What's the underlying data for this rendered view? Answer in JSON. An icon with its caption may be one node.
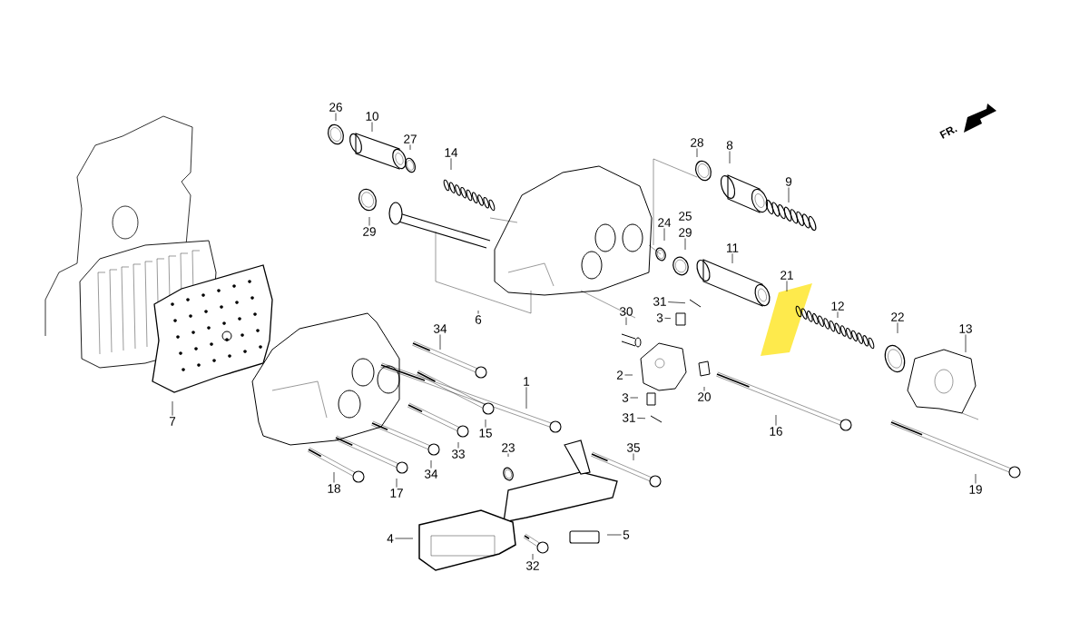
{
  "diagram": {
    "nodes": [
      {
        "text": [
          "26"
        ]
      },
      {
        "text": [
          "10"
        ]
      },
      {
        "text": [
          "27"
        ]
      },
      {
        "text": [
          "28"
        ]
      },
      {
        "text": [
          "8"
        ]
      },
      {
        "text": [
          "14"
        ]
      },
      {
        "text": [
          "9"
        ]
      },
      {
        "text": [
          "25"
        ]
      },
      {
        "text": [
          "24"
        ]
      },
      {
        "text": [
          "29"
        ]
      },
      {
        "text": [
          "29"
        ]
      },
      {
        "text": [
          "11"
        ]
      },
      {
        "text": [
          "21"
        ]
      },
      {
        "text": [
          "31"
        ]
      },
      {
        "text": [
          "12"
        ]
      },
      {
        "text": [
          "30"
        ]
      },
      {
        "text": [
          "22"
        ]
      },
      {
        "text": [
          "3"
        ]
      },
      {
        "text": [
          "6"
        ]
      },
      {
        "text": [
          "34"
        ]
      },
      {
        "text": [
          "13"
        ]
      },
      {
        "text": [
          "2"
        ]
      },
      {
        "text": [
          "1"
        ]
      },
      {
        "text": [
          "20"
        ]
      },
      {
        "text": [
          "3"
        ]
      },
      {
        "text": [
          "31"
        ]
      },
      {
        "text": [
          "7"
        ]
      },
      {
        "text": [
          "16"
        ]
      },
      {
        "text": [
          "15"
        ]
      },
      {
        "text": [
          "23"
        ]
      },
      {
        "text": [
          "35"
        ]
      },
      {
        "text": [
          "33"
        ]
      },
      {
        "text": [
          "34"
        ]
      },
      {
        "text": [
          "18"
        ]
      },
      {
        "text": [
          "17"
        ]
      },
      {
        "text": [
          "19"
        ]
      },
      {
        "text": [
          "5"
        ]
      },
      {
        "text": [
          "4"
        ]
      },
      {
        "text": [
          "32"
        ]
      }
    ],
    "edges": [
      {
        "from": 0,
        "to": null,
        "arrow": "none"
      },
      {
        "from": 1,
        "to": null,
        "arrow": "none"
      },
      {
        "from": 2,
        "to": null,
        "arrow": "none"
      },
      {
        "from": 3,
        "to": null,
        "arrow": "none"
      },
      {
        "from": 4,
        "to": null,
        "arrow": "none"
      },
      {
        "from": 5,
        "to": null,
        "arrow": "none"
      },
      {
        "from": 6,
        "to": null,
        "arrow": "none"
      },
      {
        "from": 8,
        "to": null,
        "arrow": "none"
      },
      {
        "from": 9,
        "to": null,
        "arrow": "none"
      },
      {
        "from": 10,
        "to": null,
        "arrow": "none"
      },
      {
        "from": 11,
        "to": null,
        "arrow": "none"
      },
      {
        "from": 12,
        "to": null,
        "arrow": "none"
      },
      {
        "from": 13,
        "to": null,
        "arrow": "none"
      },
      {
        "from": 14,
        "to": null,
        "arrow": "none"
      },
      {
        "from": 15,
        "to": null,
        "arrow": "none"
      },
      {
        "from": 16,
        "to": null,
        "arrow": "none"
      },
      {
        "from": 17,
        "to": null,
        "arrow": "none"
      },
      {
        "from": 18,
        "to": null,
        "arrow": "none"
      },
      {
        "from": 19,
        "to": null,
        "arrow": "none"
      },
      {
        "from": 20,
        "to": null,
        "arrow": "none"
      },
      {
        "from": 21,
        "to": null,
        "arrow": "none"
      },
      {
        "from": 22,
        "to": null,
        "arrow": "none"
      },
      {
        "from": 23,
        "to": null,
        "arrow": "none"
      },
      {
        "from": 24,
        "to": null,
        "arrow": "none"
      },
      {
        "from": 25,
        "to": null,
        "arrow": "none"
      },
      {
        "from": 26,
        "to": null,
        "arrow": "none"
      },
      {
        "from": 27,
        "to": null,
        "arrow": "none"
      },
      {
        "from": 28,
        "to": null,
        "arrow": "none"
      },
      {
        "from": 29,
        "to": null,
        "arrow": "none"
      },
      {
        "from": 30,
        "to": null,
        "arrow": "none"
      },
      {
        "from": 31,
        "to": null,
        "arrow": "none"
      },
      {
        "from": 32,
        "to": null,
        "arrow": "none"
      },
      {
        "from": 33,
        "to": null,
        "arrow": "none"
      },
      {
        "from": 34,
        "to": null,
        "arrow": "none"
      },
      {
        "from": 35,
        "to": null,
        "arrow": "none"
      },
      {
        "from": 36,
        "to": null,
        "arrow": "none"
      },
      {
        "from": 37,
        "to": null,
        "arrow": "none"
      },
      {
        "from": 38,
        "to": null,
        "arrow": "none"
      }
    ],
    "labels": [
      "FR."
    ]
  }
}
